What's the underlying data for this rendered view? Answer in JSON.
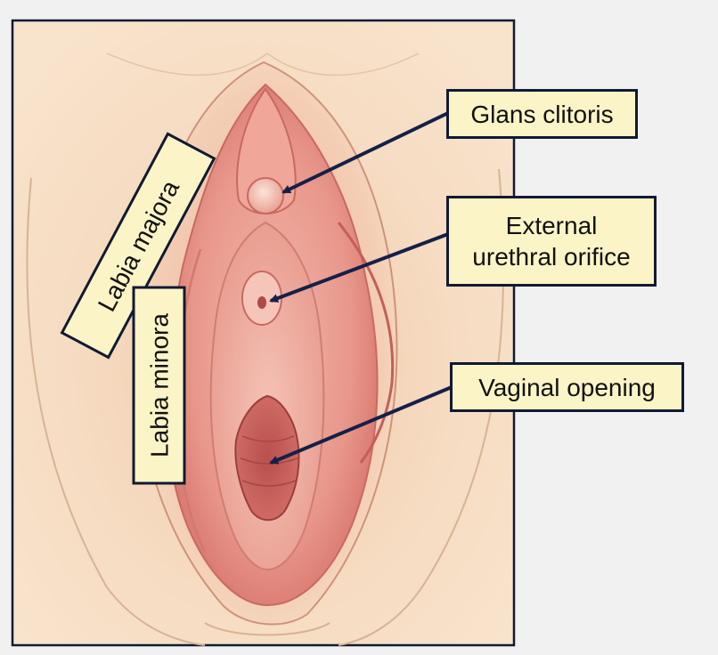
{
  "labels": {
    "glans_clitoris": "Glans clitoris",
    "external_urethral_orifice": [
      "External",
      "urethral orifice"
    ],
    "vaginal_opening": "Vaginal opening",
    "labia_majora": "Labia majora",
    "labia_minora": "Labia minora"
  },
  "colors": {
    "background": "#f1f1f1",
    "skin": "#f6dcc0",
    "frame": "#101a33",
    "label_fill": "#fbf4c6",
    "label_border": "#101a33",
    "arrow": "#14204a",
    "tissue_light": "#f2b3a8",
    "tissue_mid": "#e58b82",
    "tissue_dark": "#b8504e"
  }
}
